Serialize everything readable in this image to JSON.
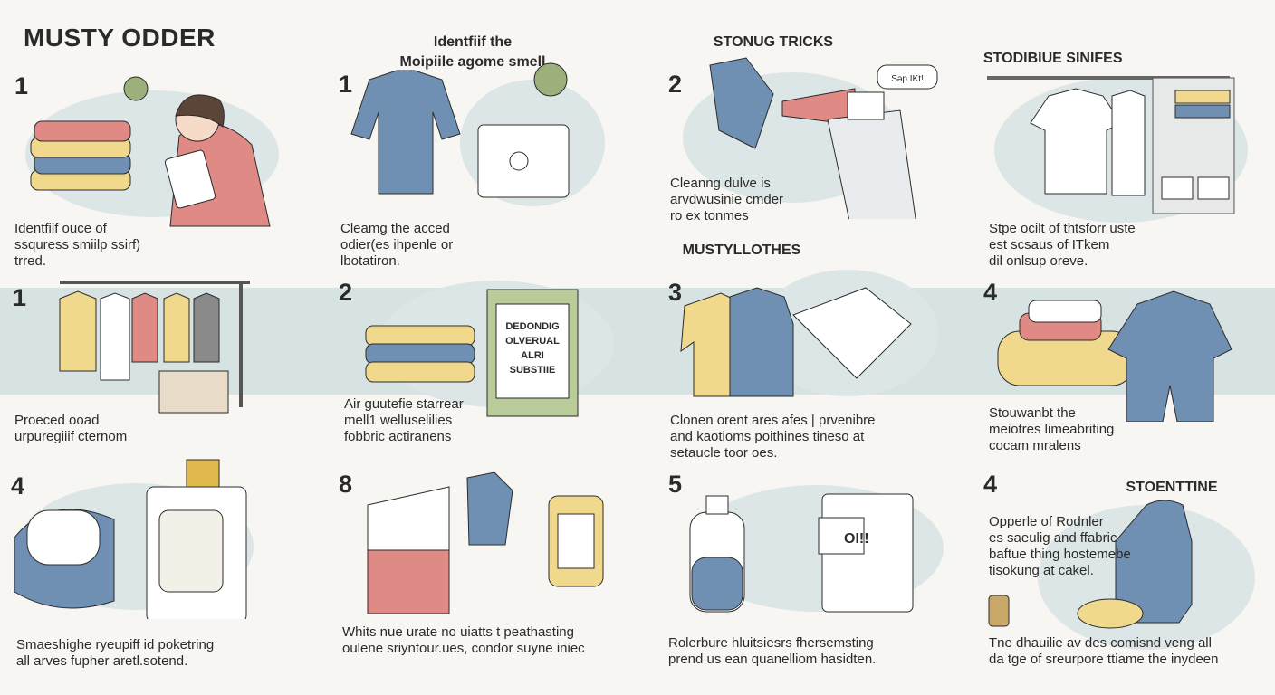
{
  "title": "MUSTY ODDER",
  "colors": {
    "band": "#d7e2e3",
    "blob": "#dde6e6",
    "blue": "#6f8fb3",
    "yellow": "#f0d98c",
    "pink": "#e08a86",
    "green": "#9bb07a"
  },
  "panels": [
    {
      "num": "1",
      "heading": "",
      "caption": [
        "Identfiif ouce of",
        "ssquress smiilp ssirf)",
        "trred."
      ],
      "icon": "smelling-clothes-icon"
    },
    {
      "num": "1",
      "heading": "Identfiif the\nMoipiile agome smell",
      "caption": [
        "Cleamg the acced",
        "odier(es ihpenle or",
        "lbotatiron."
      ],
      "icon": "shirt-and-box-icon"
    },
    {
      "num": "2",
      "heading": "STONUG TRICKS",
      "caption": [
        "Cleanng dulve is",
        "arvdwusinie cmder",
        "ro ex tonmes"
      ],
      "icon": "hairdryer-icon",
      "bubble": "Səp IKt!"
    },
    {
      "num": "",
      "heading": "STODIBIUE SINIFES",
      "caption": [
        "Stpe ocilt of thtsforr uste",
        "est scsaus of ITkem",
        "dil onlsup oreve."
      ],
      "icon": "closet-shelves-icon"
    },
    {
      "num": "1",
      "heading": "",
      "caption": [
        "Proeced ooad",
        "urpuregiiif cternom"
      ],
      "icon": "clothes-rack-icon"
    },
    {
      "num": "2",
      "heading": "",
      "caption": [
        "Air guutefie starrear",
        "mell1 welluselilies",
        "fobbric actiranens"
      ],
      "icon": "baking-soda-box-icon",
      "box_label": [
        "DEDONDIG",
        "OLVERUAL",
        "ALRI",
        "SUBSTIIE"
      ]
    },
    {
      "num": "3",
      "heading": "MUSTYLLOTHES",
      "caption": [
        "Clonen orent ares afes | prvenibre",
        "and kaotioms poithines tineso at",
        "setaucle toor oes."
      ],
      "icon": "drying-clothes-icon"
    },
    {
      "num": "4",
      "heading": "",
      "caption": [
        "Stouwanbt the",
        "meiotres limeabriting",
        "cocam mralens"
      ],
      "icon": "folded-romper-icon"
    },
    {
      "num": "4",
      "heading": "",
      "caption": [
        "Smaeshighe ryeupiff id poketring",
        "all arves fupher aretl.sotend."
      ],
      "icon": "washer-dryer-icon"
    },
    {
      "num": "8",
      "heading": "",
      "caption": [
        "Whits nue urate no uiatts t peathasting",
        "oulene sriyntour.ues, condor suyne iniec"
      ],
      "icon": "soaking-bag-icon"
    },
    {
      "num": "5",
      "heading": "",
      "caption": [
        "Rolerbure hluitsiesrs fhersemsting",
        "prend us ean quanelliom hasidten."
      ],
      "icon": "vinegar-bottle-icon",
      "box_label": [
        "OI!!"
      ]
    },
    {
      "num": "4",
      "heading": "STOENTTINE",
      "caption": [
        "Opperle of Rodnler",
        "es saeulig and ffabric",
        "baftue thing hostemebe",
        "tisokung at cakel."
      ],
      "icon": "hanging-romper-icon"
    }
  ]
}
